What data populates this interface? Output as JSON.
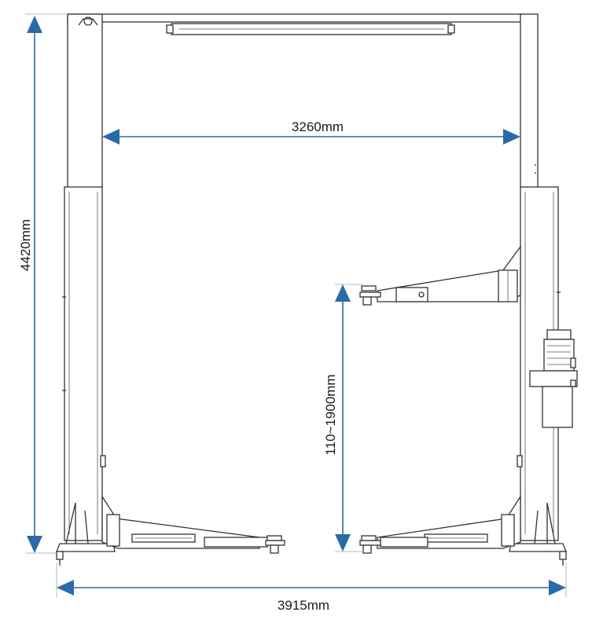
{
  "dimensions": {
    "overall_height": "4420mm",
    "inner_width": "3260mm",
    "lift_height_range": "110~1900mm",
    "overall_width": "3915mm"
  },
  "colors": {
    "dimension_line": "#2a6aa8",
    "outline": "#333333",
    "background": "#ffffff"
  }
}
